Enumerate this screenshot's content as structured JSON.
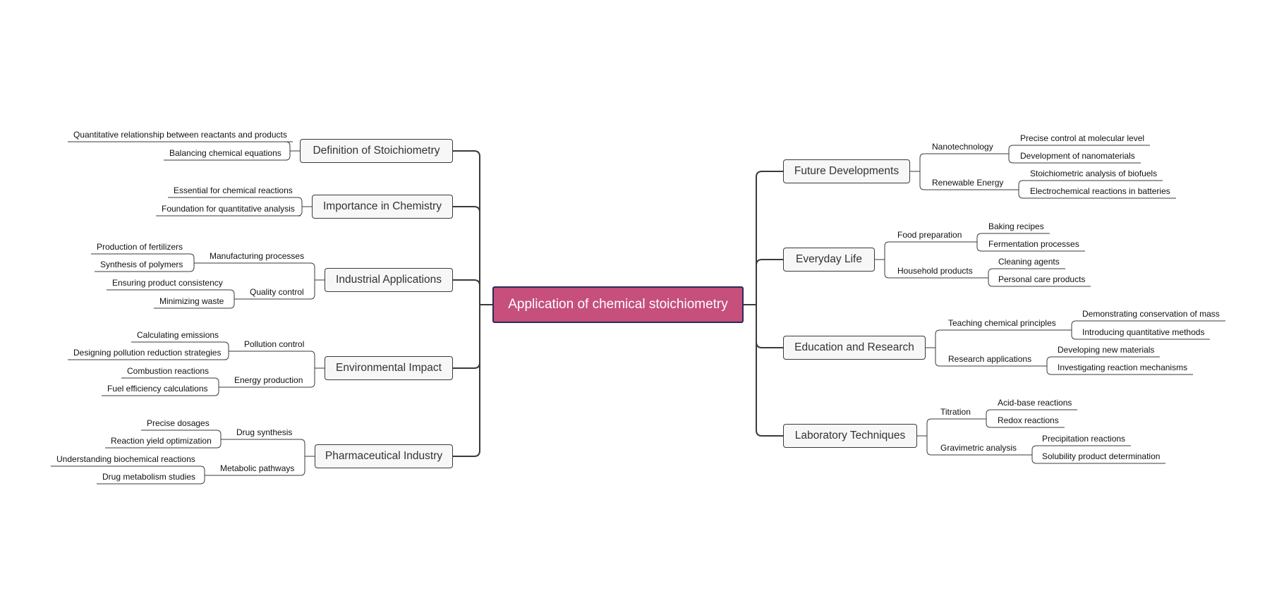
{
  "mindmap": {
    "central": "Application of chemical stoichiometry",
    "left": [
      {
        "label": "Definition of Stoichiometry",
        "leaves": [
          "Quantitative relationship between reactants and products",
          "Balancing chemical equations"
        ]
      },
      {
        "label": "Importance in Chemistry",
        "leaves": [
          "Essential for chemical reactions",
          "Foundation for quantitative analysis"
        ]
      },
      {
        "label": "Industrial Applications",
        "subs": [
          {
            "label": "Manufacturing processes",
            "leaves": [
              "Production of fertilizers",
              "Synthesis of polymers"
            ]
          },
          {
            "label": "Quality control",
            "leaves": [
              "Ensuring product consistency",
              "Minimizing waste"
            ]
          }
        ]
      },
      {
        "label": "Environmental Impact",
        "subs": [
          {
            "label": "Pollution control",
            "leaves": [
              "Calculating emissions",
              "Designing pollution reduction strategies"
            ]
          },
          {
            "label": "Energy production",
            "leaves": [
              "Combustion reactions",
              "Fuel efficiency calculations"
            ]
          }
        ]
      },
      {
        "label": "Pharmaceutical Industry",
        "subs": [
          {
            "label": "Drug synthesis",
            "leaves": [
              "Precise dosages",
              "Reaction yield optimization"
            ]
          },
          {
            "label": "Metabolic pathways",
            "leaves": [
              "Understanding biochemical reactions",
              "Drug metabolism studies"
            ]
          }
        ]
      }
    ],
    "right": [
      {
        "label": "Future Developments",
        "subs": [
          {
            "label": "Nanotechnology",
            "leaves": [
              "Precise control at molecular level",
              "Development of nanomaterials"
            ]
          },
          {
            "label": "Renewable Energy",
            "leaves": [
              "Stoichiometric analysis of biofuels",
              "Electrochemical reactions in batteries"
            ]
          }
        ]
      },
      {
        "label": "Everyday Life",
        "subs": [
          {
            "label": "Food preparation",
            "leaves": [
              "Baking recipes",
              "Fermentation processes"
            ]
          },
          {
            "label": "Household products",
            "leaves": [
              "Cleaning agents",
              "Personal care products"
            ]
          }
        ]
      },
      {
        "label": "Education and Research",
        "subs": [
          {
            "label": "Teaching chemical principles",
            "leaves": [
              "Demonstrating conservation of mass",
              "Introducing quantitative methods"
            ]
          },
          {
            "label": "Research applications",
            "leaves": [
              "Developing new materials",
              "Investigating reaction mechanisms"
            ]
          }
        ]
      },
      {
        "label": "Laboratory Techniques",
        "subs": [
          {
            "label": "Titration",
            "leaves": [
              "Acid-base reactions",
              "Redox reactions"
            ]
          },
          {
            "label": "Gravimetric analysis",
            "leaves": [
              "Precipitation reactions",
              "Solubility product determination"
            ]
          }
        ]
      }
    ]
  }
}
